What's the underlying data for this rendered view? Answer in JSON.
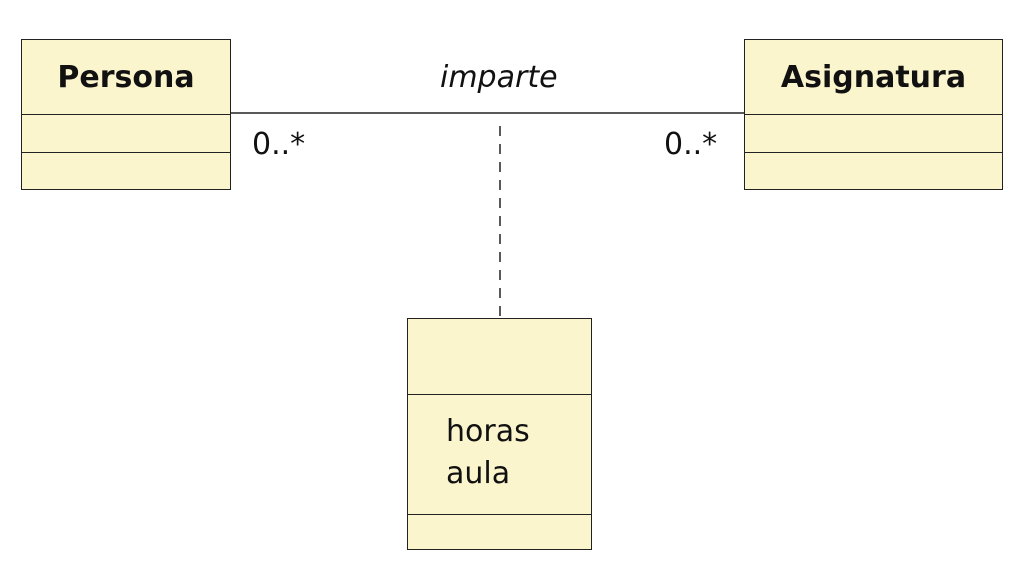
{
  "colors": {
    "class_fill": "#fbf5cd",
    "line": "#222222"
  },
  "classes": {
    "persona": {
      "name": "Persona"
    },
    "asignatura": {
      "name": "Asignatura"
    },
    "association_class": {
      "name": "",
      "attributes": [
        "horas",
        "aula"
      ]
    }
  },
  "association": {
    "name": "imparte",
    "multiplicity_left": "0..*",
    "multiplicity_right": "0..*"
  }
}
